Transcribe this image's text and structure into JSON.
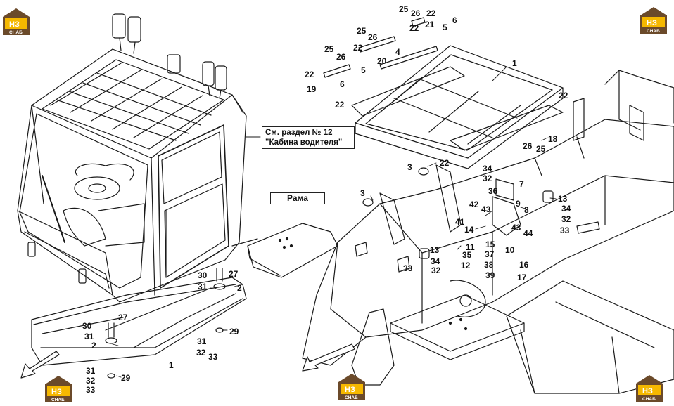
{
  "cab_reference": {
    "line1": "См. раздел № 12",
    "line2": "\"Кабина водителя\""
  },
  "frame_label": "Рама",
  "logo": {
    "mark": "НЗ",
    "word": "СНАБ",
    "color": "#f5b800",
    "house_color": "#6b4a2a"
  },
  "colors": {
    "line": "#1a1a1a",
    "fill": "#ffffff",
    "logo_orange": "#f5b800"
  },
  "callouts_left": [
    "30",
    "27",
    "31",
    "2",
    "27",
    "30",
    "31",
    "2",
    "29",
    "31",
    "32",
    "33",
    "1",
    "31",
    "32",
    "33",
    "29"
  ],
  "callouts_right": [
    "25",
    "26",
    "22",
    "6",
    "25",
    "26",
    "22",
    "21",
    "5",
    "22",
    "25",
    "26",
    "20",
    "4",
    "22",
    "5",
    "19",
    "6",
    "1",
    "22",
    "22",
    "18",
    "26",
    "25",
    "3",
    "22",
    "34",
    "32",
    "3",
    "36",
    "7",
    "42",
    "43",
    "9",
    "8",
    "13",
    "34",
    "32",
    "33",
    "41",
    "14",
    "43",
    "44",
    "11",
    "15",
    "10",
    "13",
    "35",
    "37",
    "34",
    "12",
    "38",
    "16",
    "33",
    "32",
    "39",
    "17"
  ]
}
